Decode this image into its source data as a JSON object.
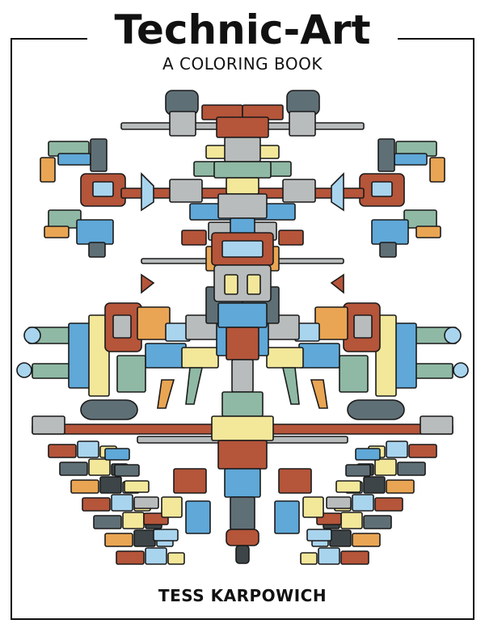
{
  "cover": {
    "title": "Technic-Art",
    "subtitle": "A COLORING BOOK",
    "author": "TESS KARPOWICH"
  },
  "palette": {
    "outline": "#1a1a1a",
    "rust": "#b5553a",
    "steel_blue": "#5fa8d8",
    "light_blue": "#a9d4ee",
    "slate": "#5f6f76",
    "sage": "#8fb9a4",
    "yellow": "#f3e79a",
    "orange": "#e9a553",
    "grey": "#b9bcbd",
    "dark": "#3d4548"
  }
}
